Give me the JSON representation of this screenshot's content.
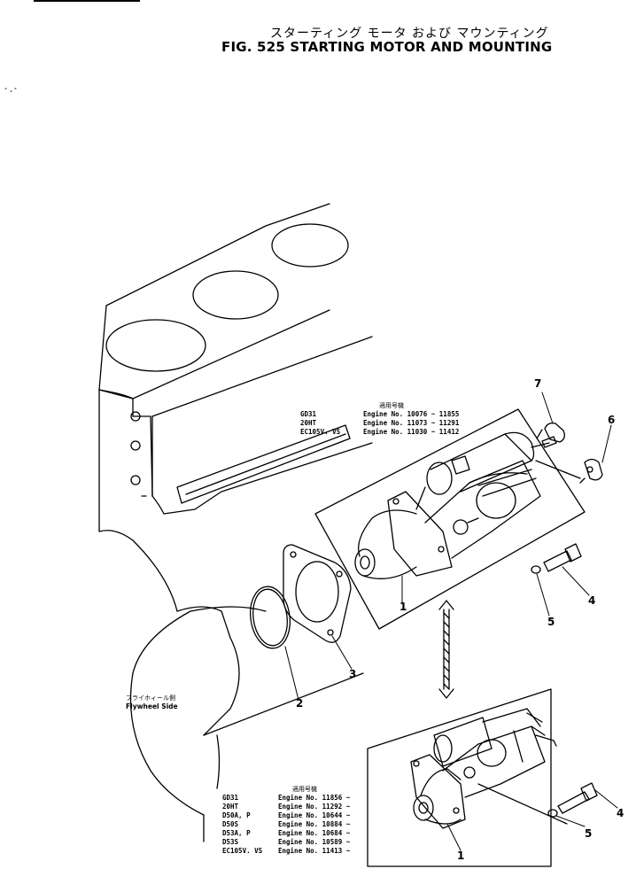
{
  "title_jp": "スターティング モータ および マウンティング",
  "title_en": "FIG. 525  STARTING  MOTOR  AND  MOUNTING",
  "flywheel_jp": "フライホィール側",
  "flywheel_en": "Flywheel Side",
  "callouts": {
    "one": "1",
    "two": "2",
    "three": "3",
    "four": "4",
    "five": "5",
    "six": "6",
    "seven": "7",
    "one_b": "1",
    "four_b": "4",
    "five_b": "5"
  },
  "applicability_upper": {
    "header": "適用号機",
    "rows": [
      {
        "model": "GD31",
        "serial": "Engine  No. 10076 ~ 11855"
      },
      {
        "model": "20HT",
        "serial": "Engine  No. 11073 ~ 11291"
      },
      {
        "model": "EC105V. VS",
        "serial": "Engine  No. 11030 ~ 11412"
      }
    ]
  },
  "applicability_lower": {
    "header": "適用号機",
    "rows": [
      {
        "model": "GD31",
        "serial": "Engine  No. 11856 ~"
      },
      {
        "model": "20HT",
        "serial": "Engine  No. 11292 ~"
      },
      {
        "model": "D50A, P",
        "serial": "Engine  No. 10644 ~"
      },
      {
        "model": "D50S",
        "serial": "Engine  No. 10884 ~"
      },
      {
        "model": "D53A, P",
        "serial": "Engine  No. 10684 ~"
      },
      {
        "model": "D53S",
        "serial": "Engine  No. 10589 ~"
      },
      {
        "model": "EC105V. VS",
        "serial": "Engine  No. 11413 ~"
      }
    ]
  }
}
